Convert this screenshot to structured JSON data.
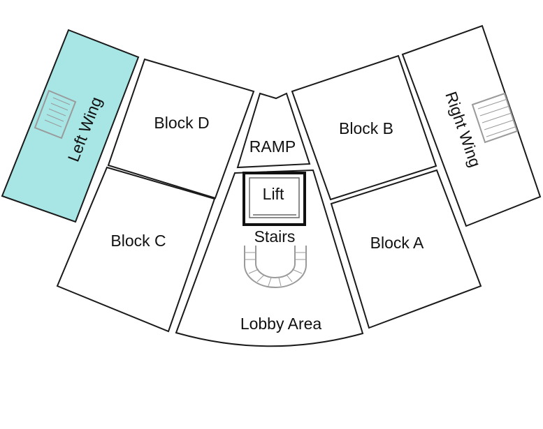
{
  "floor_plan": {
    "highlight_color": "#a8e6e6",
    "rooms": {
      "left_wing": "Left Wing",
      "block_d": "Block D",
      "block_c": "Block C",
      "ramp": "RAMP",
      "lift": "Lift",
      "stairs": "Stairs",
      "lobby": "Lobby Area",
      "block_b": "Block B",
      "block_a": "Block A",
      "right_wing": "Right Wing"
    },
    "selected_room": "left_wing"
  }
}
